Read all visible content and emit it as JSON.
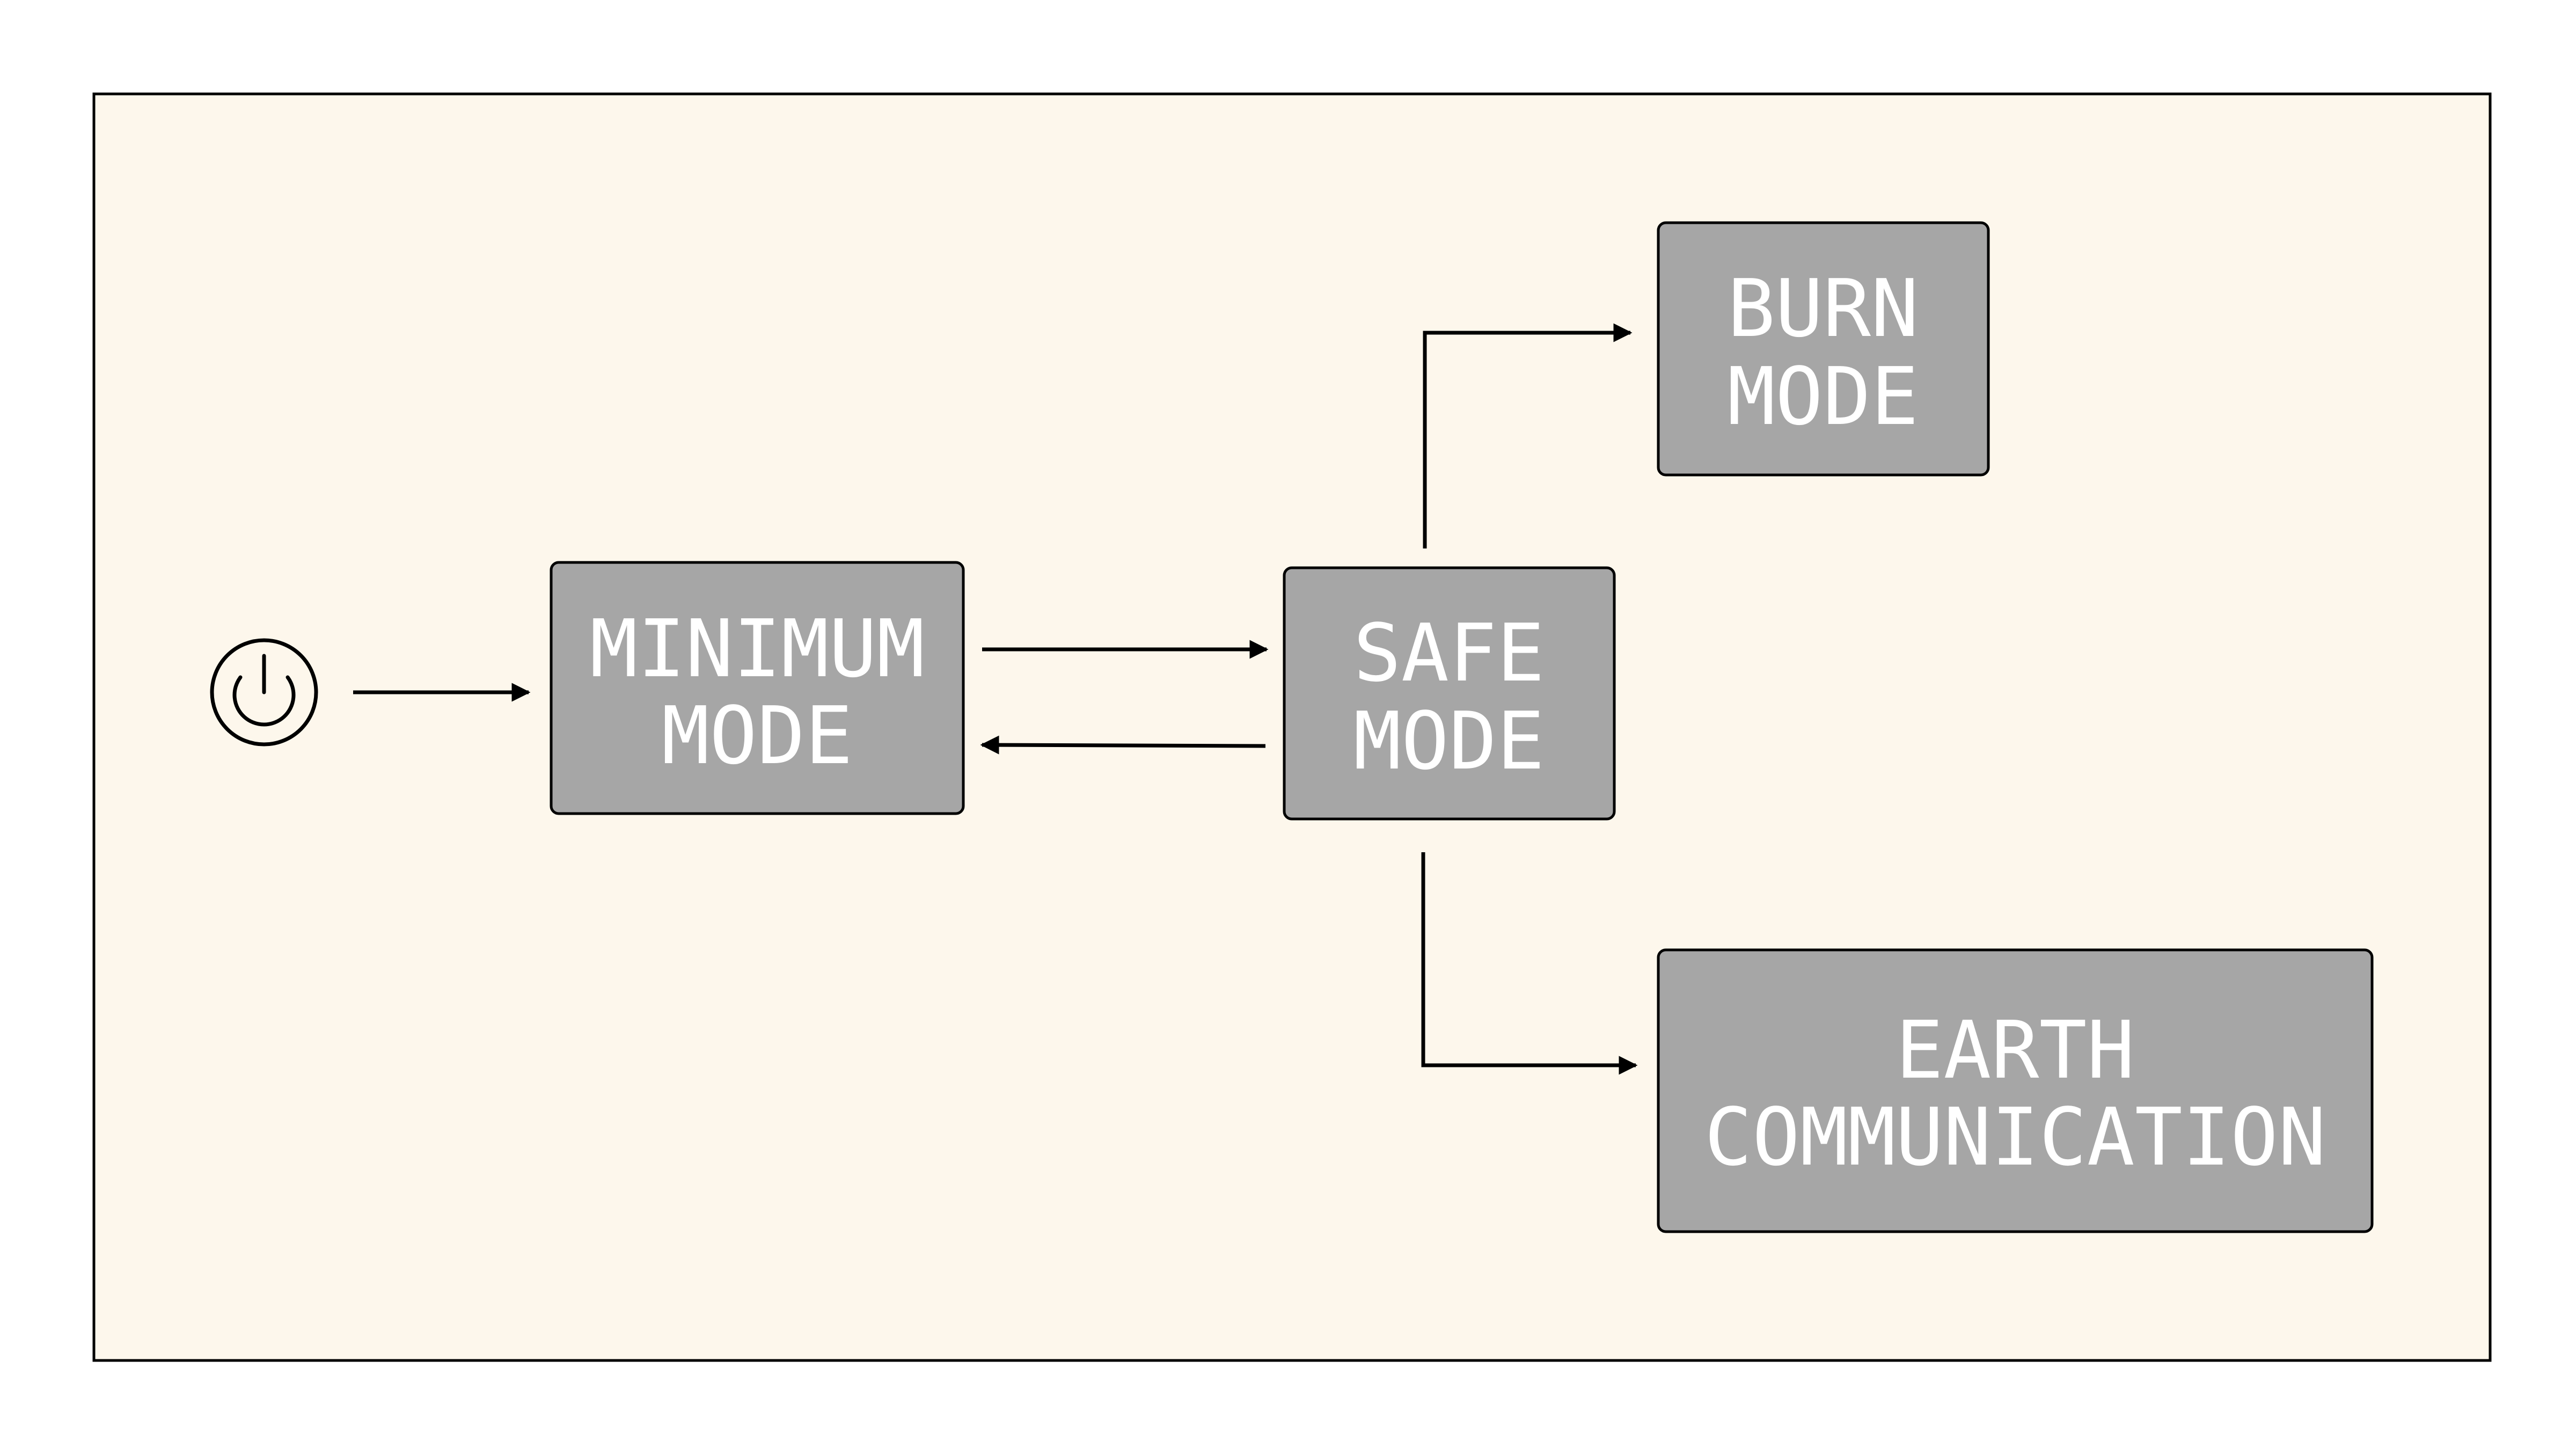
{
  "diagram": {
    "colors": {
      "background": "#ffffff",
      "panel_fill": "#fdf7ec",
      "node_fill": "#a6a6a6",
      "stroke": "#000000",
      "text": "#ffffff"
    },
    "start": {
      "icon": "power-icon"
    },
    "nodes": {
      "minimum": {
        "line1": "MINIMUM",
        "line2": "MODE"
      },
      "safe": {
        "line1": "SAFE",
        "line2": "MODE"
      },
      "burn": {
        "line1": "BURN",
        "line2": "MODE"
      },
      "earth": {
        "line1": "EARTH",
        "line2": "COMMUNICATION"
      }
    },
    "edges": [
      {
        "from": "start",
        "to": "minimum"
      },
      {
        "from": "minimum",
        "to": "safe"
      },
      {
        "from": "safe",
        "to": "minimum"
      },
      {
        "from": "safe",
        "to": "burn"
      },
      {
        "from": "safe",
        "to": "earth"
      }
    ]
  }
}
